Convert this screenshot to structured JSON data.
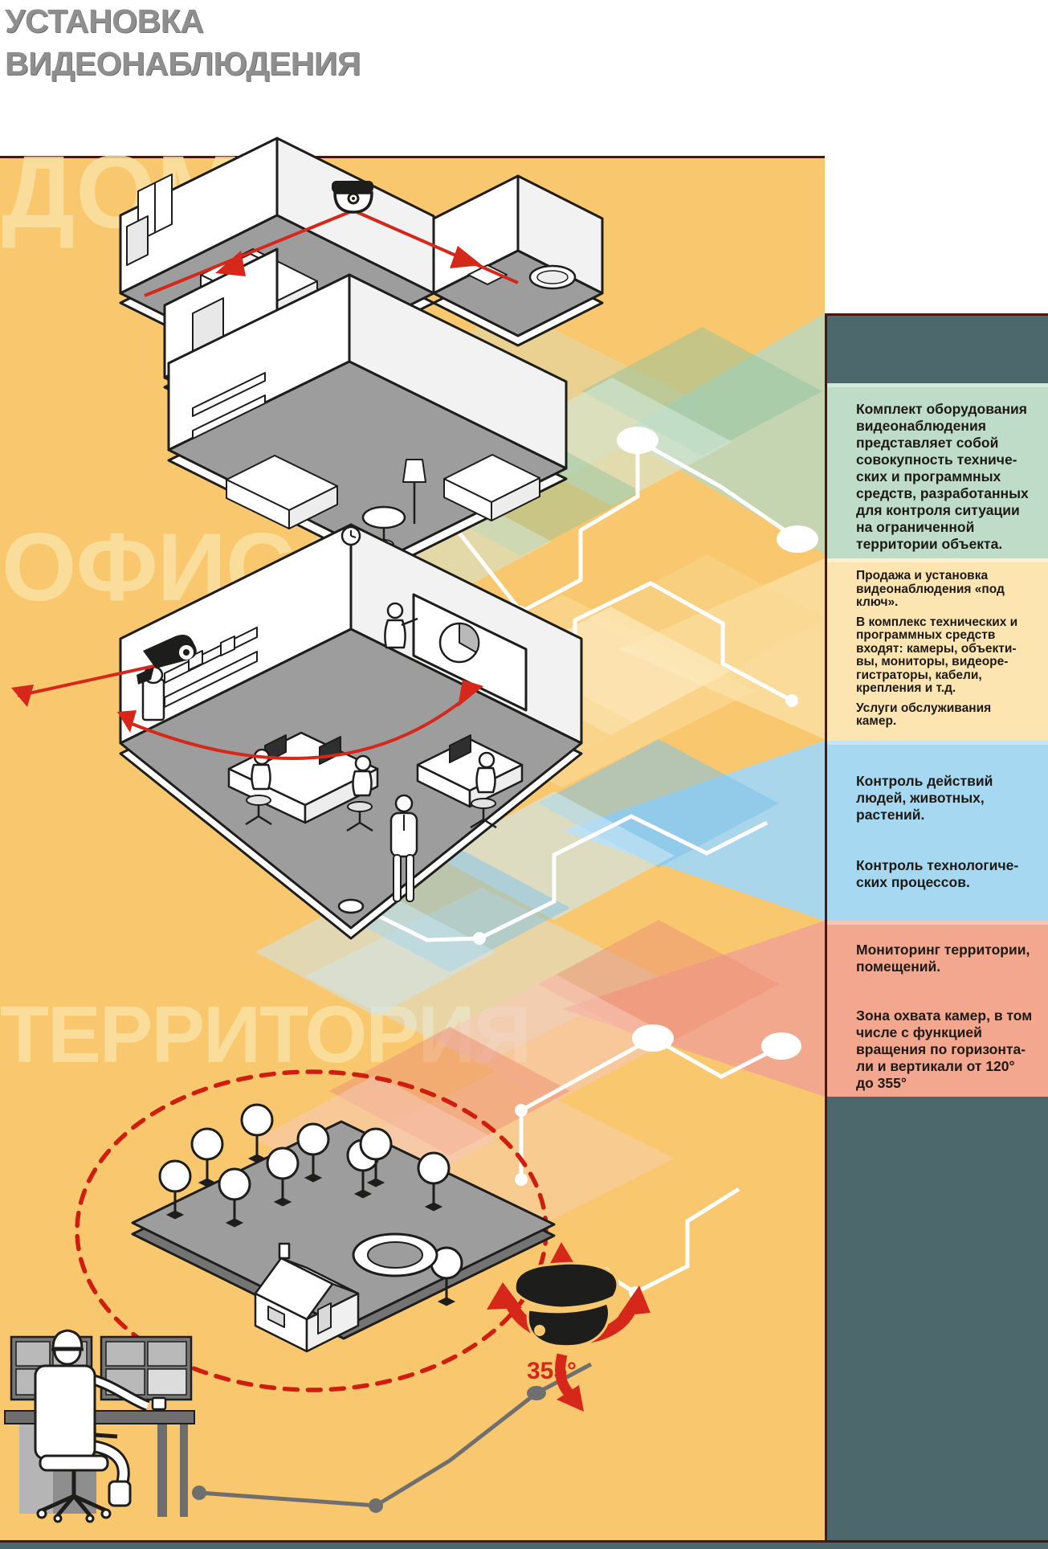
{
  "title": {
    "line1": "УСТАНОВКА",
    "line2": "ВИДЕОНАБЛЮДЕНИЯ"
  },
  "sections": [
    {
      "id": "dom",
      "label": "ДОМ"
    },
    {
      "id": "ofis",
      "label": "ОФИС"
    },
    {
      "id": "territoriya",
      "label": "ТЕРРИТОРИЯ"
    }
  ],
  "info_blocks": [
    {
      "id": "equipment",
      "color": "#bedcc7",
      "paragraphs": [
        "Комплект оборудования видеонаблюдения представляет собой совокупность техниче-ских и программных средств, разработанных для контроля ситуации на ограниченной территории объекта."
      ]
    },
    {
      "id": "sales",
      "color": "#fce5b1",
      "paragraphs": [
        "Продажа и установка видеонаблюдения «под ключ».",
        "В комплекс технических и программных средств входят: камеры, объекти-вы, мониторы, видеоре-гистраторы, кабели, крепления и т.д.",
        "Услуги обслуживания камер."
      ]
    },
    {
      "id": "control",
      "color": "#a7d8f2",
      "paragraphs": [
        "Контроль действий людей, животных, растений.",
        "Контроль технологиче-ских процессов."
      ]
    },
    {
      "id": "monitoring",
      "color": "#f2a78e",
      "paragraphs": [
        "Мониторинг территории, помещений.",
        "Зона охвата камер, в том числе с функцией вращения по горизонта-ли и вертикали от 120° до 355°"
      ]
    }
  ],
  "ptz_label": "355°",
  "palette": {
    "background": "#ffffff",
    "panel_orange": "#f9c76e",
    "teal": "#4c686d",
    "label_cream": "#fce2a6",
    "title_gray": "#8f8f8f",
    "red": "#d6281a",
    "outline": "#1d1d1b",
    "floor_gray": "#9d9d9d",
    "border_dark": "#4a170d"
  }
}
